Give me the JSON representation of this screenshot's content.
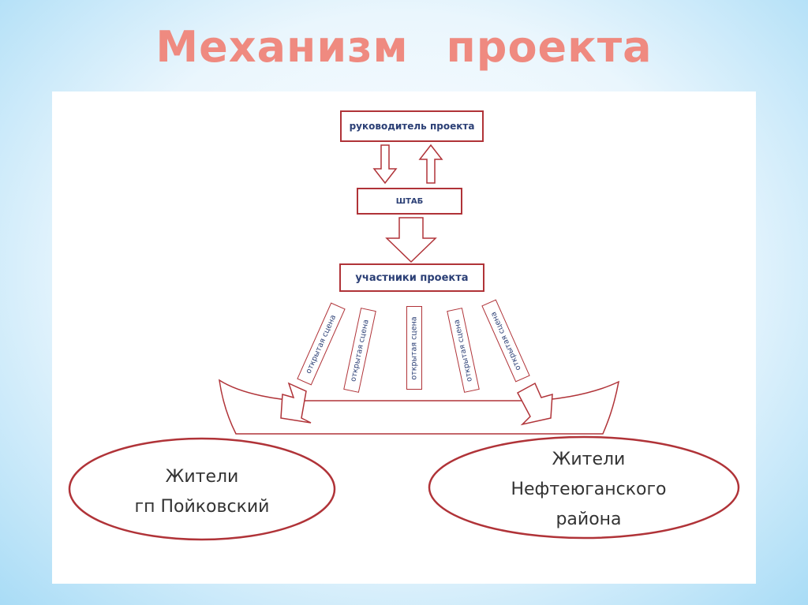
{
  "slide": {
    "title": "Механизм проекта"
  },
  "diagram": {
    "leader": "руководитель проекта",
    "hq": "ШТАБ",
    "participants": "участники проекта",
    "channels": [
      "открытая сцена",
      "открытая сцена",
      "открытая сцена",
      "открытая сцена",
      "открытая сцена"
    ],
    "audience_left": [
      "Жители",
      "гп Пойковский"
    ],
    "audience_right": [
      "Жители",
      "Нефтеюганского",
      "района"
    ]
  },
  "colors": {
    "title": "#ef8a80",
    "outline": "#b03338",
    "box_text": "#2b3f75"
  }
}
